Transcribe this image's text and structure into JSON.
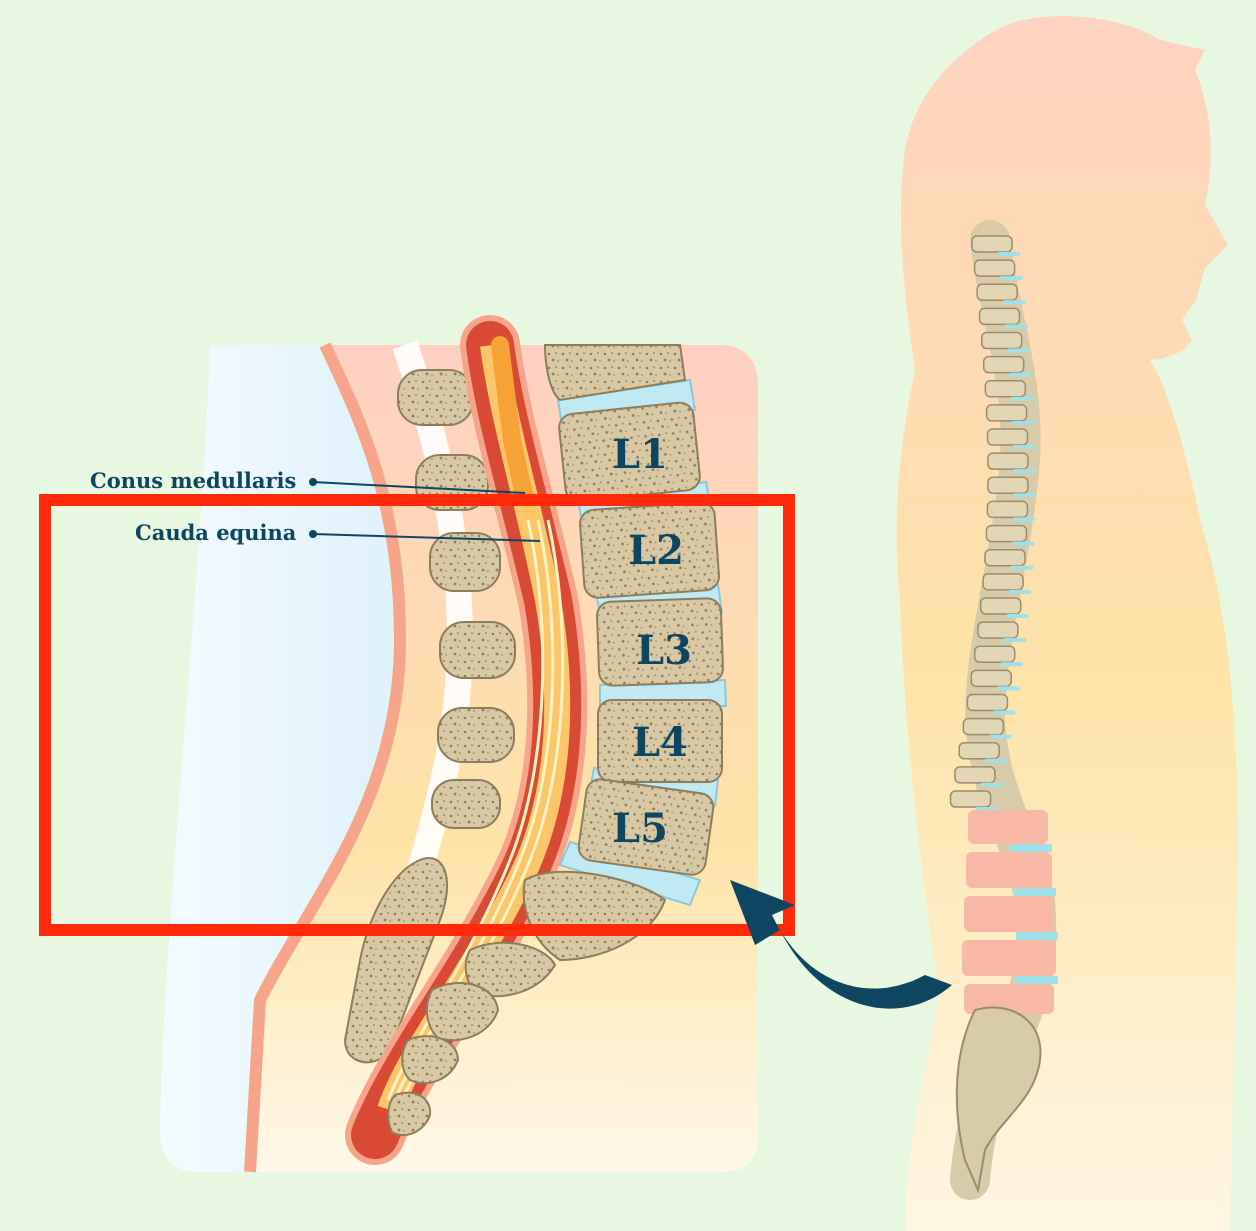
{
  "labels": {
    "conus": "Conus medullaris",
    "cauda": "Cauda equina"
  },
  "vertebrae": [
    {
      "label": "L1"
    },
    {
      "label": "L2"
    },
    {
      "label": "L3"
    },
    {
      "label": "L4"
    },
    {
      "label": "L5"
    }
  ],
  "colors": {
    "background": "#e8f8e0",
    "highlight_box": "#ff2a0a",
    "arrow": "#0e4560",
    "label_text": "#0e4560",
    "lumbar_highlight": "#f7b8a6"
  }
}
